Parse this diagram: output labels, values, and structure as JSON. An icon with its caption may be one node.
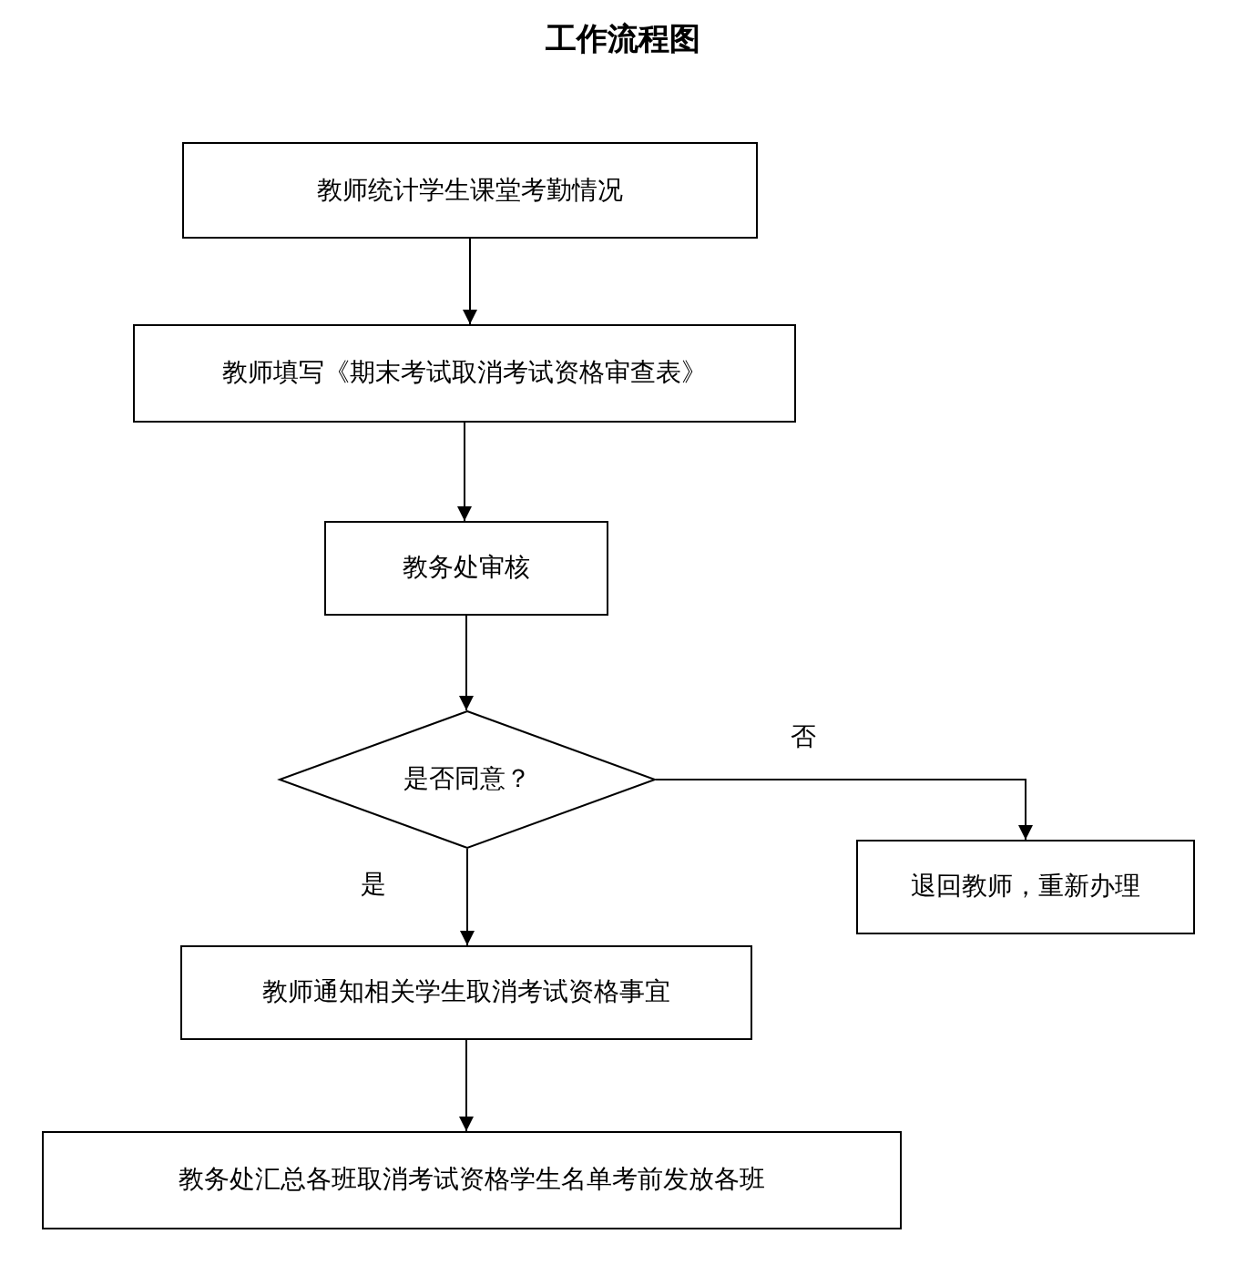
{
  "diagram": {
    "title": "工作流程图",
    "nodes": [
      {
        "text": [
          "教师统计学生课堂考勤情况"
        ]
      },
      {
        "text": [
          "教师填写《期末考试取消考试资格审查表》"
        ]
      },
      {
        "text": [
          "教务处审核"
        ]
      },
      {
        "text": [
          "是否同意？"
        ]
      },
      {
        "text": [
          "退回教师，重新办理"
        ]
      },
      {
        "text": [
          "教师通知相关学生取消考试资格事宜"
        ]
      },
      {
        "text": [
          "教务处汇总各班取消考试资格学生名单考前发放各班"
        ]
      }
    ],
    "edges": [
      {
        "from": 0,
        "to": 1,
        "arrow": "to"
      },
      {
        "from": 1,
        "to": 2,
        "arrow": "to"
      },
      {
        "from": 2,
        "to": 3,
        "arrow": "to"
      },
      {
        "from": 3,
        "to": 4,
        "arrow": "to",
        "label": "否"
      },
      {
        "from": 3,
        "to": 5,
        "arrow": "to",
        "label": "是"
      },
      {
        "from": 5,
        "to": 6,
        "arrow": "to"
      }
    ]
  }
}
